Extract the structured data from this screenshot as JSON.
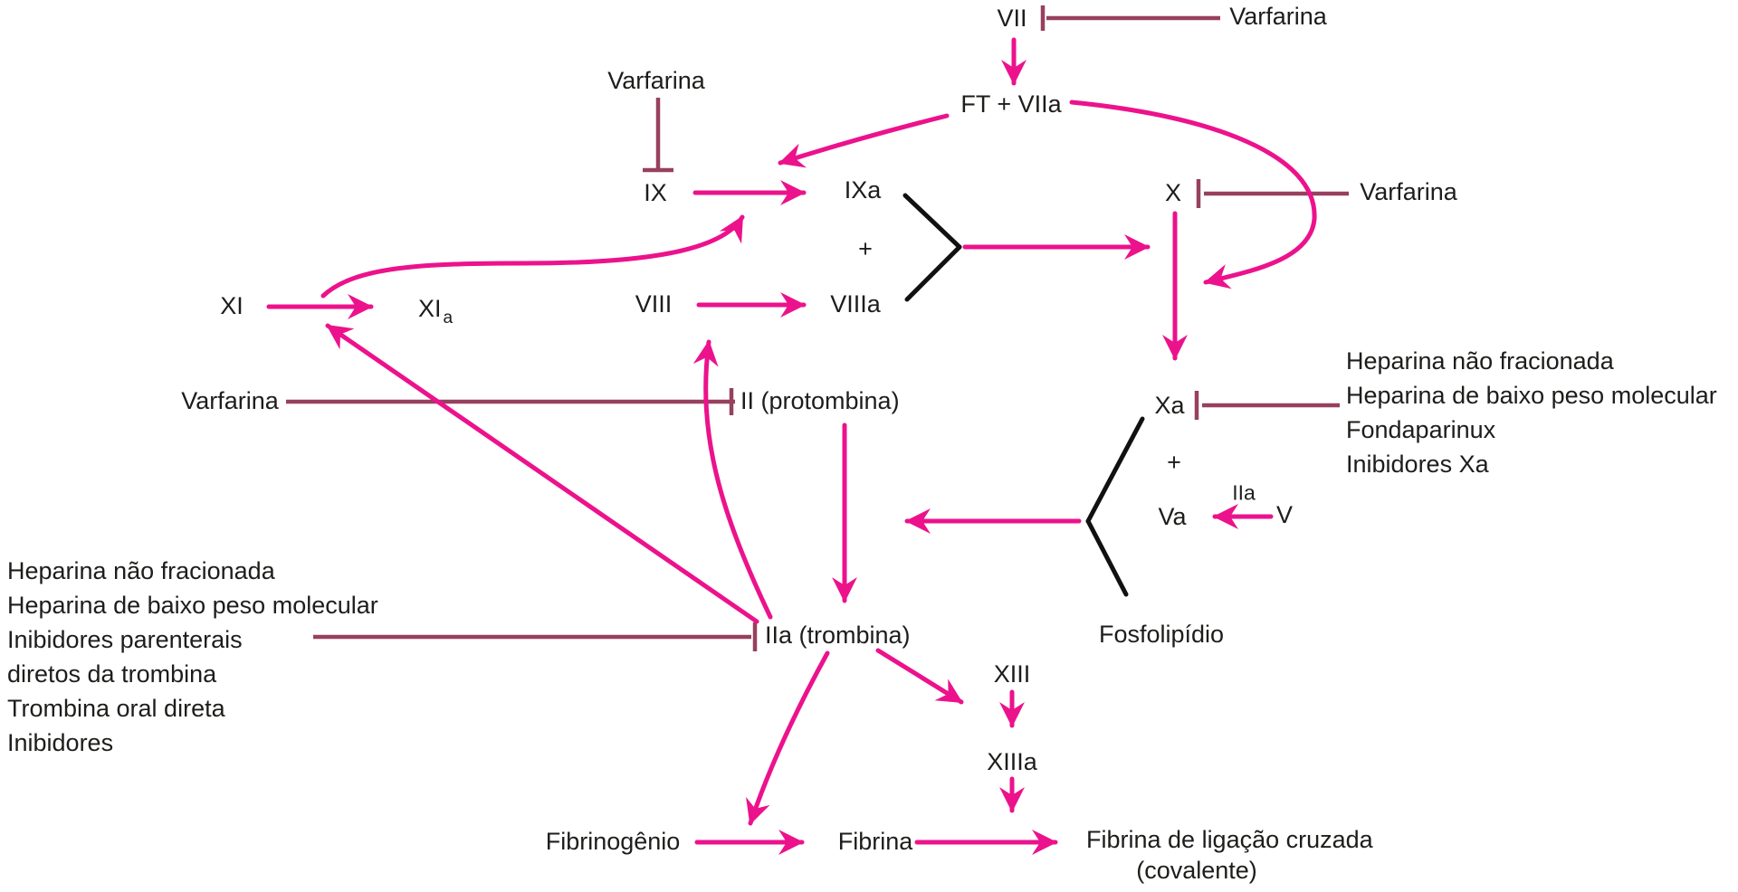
{
  "colors": {
    "magenta": "#ec128c",
    "maroon": "#97405f",
    "text_black": "#1d1d1b",
    "complex_black": "#111111"
  },
  "nodes": {
    "vii": "VII",
    "ft_viia": "FT + VIIa",
    "ix": "IX",
    "ixa": "IXa",
    "x": "X",
    "xa": "Xa",
    "xi": "XI",
    "xia_base": "XI",
    "xia_sub": "a",
    "viii": "VIII",
    "viiia": "VIIIa",
    "ii": "II (protombina)",
    "iia": "IIa (trombina)",
    "v": "V",
    "va": "Va",
    "iia_cofactor": "IIa",
    "xiii": "XIII",
    "xiiia": "XIIIa",
    "fosfolipidio": "Fosfolipídio",
    "fibrinogenio": "Fibrinogênio",
    "fibrina": "Fibrina",
    "fibrina_cruzada": "Fibrina de ligação cruzada",
    "covalente": "(covalente)",
    "plus": "+"
  },
  "inhibitors": {
    "varfarina": "Varfarina",
    "xa_drugs": [
      "Heparina não fracionada",
      "Heparina de baixo peso molecular",
      "Fondaparinux",
      "Inibidores Xa"
    ],
    "iia_drugs": [
      "Heparina não fracionada",
      "Heparina de baixo peso molecular",
      "Inibidores parenterais",
      "diretos da trombina",
      "Trombina oral direta",
      "Inibidores"
    ]
  }
}
